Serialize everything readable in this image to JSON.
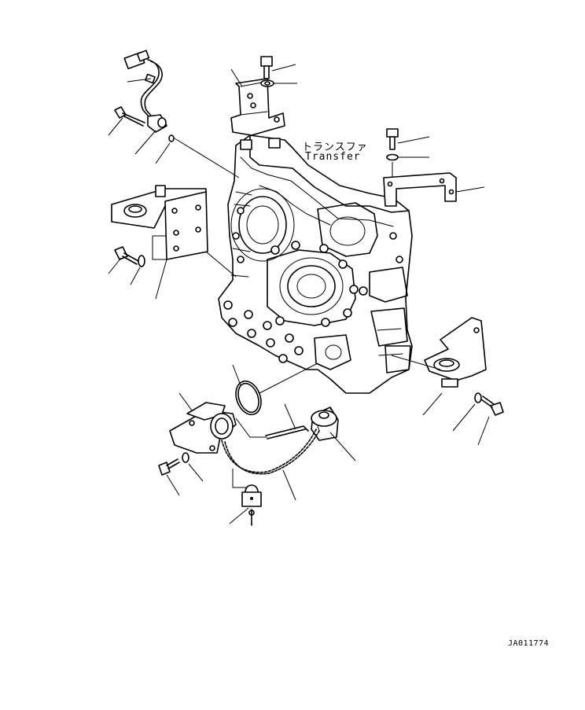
{
  "labels": {
    "transfer_jp": "トランスファ",
    "transfer_en": "Transfer"
  },
  "drawing_code": "JA011774"
}
